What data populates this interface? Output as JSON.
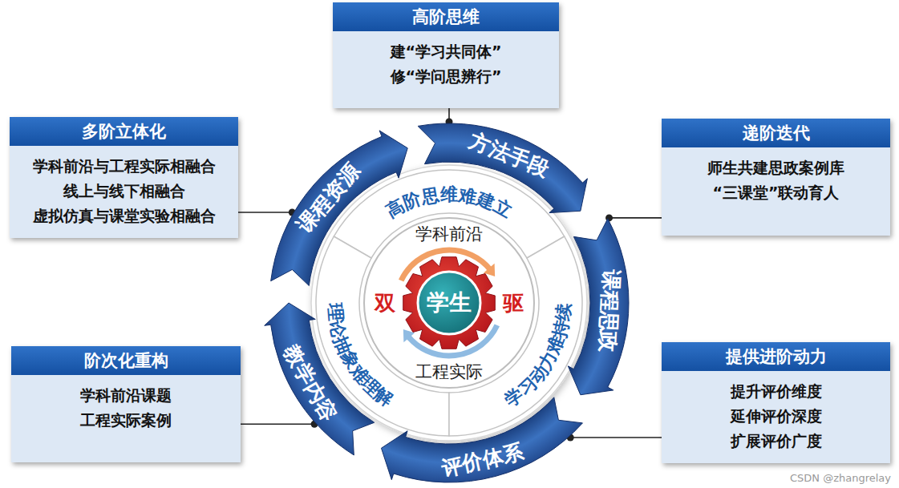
{
  "diagram": {
    "nodes": [
      {
        "text": [
          "高阶思维",
          "建“学习共同体”",
          "修“学问思辨行”"
        ]
      },
      {
        "text": [
          "多阶立体化",
          "学科前沿与工程实际相融合",
          "线上与线下相融合",
          "虚拟仿真与课堂实验相融合"
        ]
      },
      {
        "text": [
          "递阶迭代",
          "师生共建思政案例库",
          "“三课堂”联动育人"
        ]
      },
      {
        "text": [
          "方法手段"
        ]
      },
      {
        "text": [
          "课程资源"
        ]
      },
      {
        "text": [
          "课程思政"
        ]
      },
      {
        "text": [
          "高阶思维难建立"
        ]
      },
      {
        "text": [
          "学科前沿",
          "双",
          "驱",
          "工程实际"
        ]
      },
      {
        "text": [
          "学生"
        ],
        "in": 7
      },
      {
        "text": [
          "理论抽象难理解"
        ]
      },
      {
        "text": [
          "学习动力难持续"
        ]
      },
      {
        "text": [
          "阶次化重构",
          "学科前沿课题",
          "工程实际案例"
        ]
      },
      {
        "text": [
          "提供进阶动力",
          "提升评价维度",
          "延伸评价深度",
          "扩展评价广度"
        ]
      },
      {
        "text": [
          "教学内容"
        ]
      },
      {
        "text": [
          "评价体系"
        ]
      }
    ],
    "edges": [
      {
        "from": 0,
        "to": 3,
        "arrow": "none"
      },
      {
        "from": 1,
        "to": 4,
        "arrow": "none"
      },
      {
        "from": 2,
        "to": 5,
        "arrow": "none"
      },
      {
        "from": 11,
        "to": 13,
        "arrow": "none"
      },
      {
        "from": 12,
        "to": 14,
        "arrow": "none"
      }
    ],
    "labels": [
      "CSDN @zhangrelay"
    ]
  }
}
